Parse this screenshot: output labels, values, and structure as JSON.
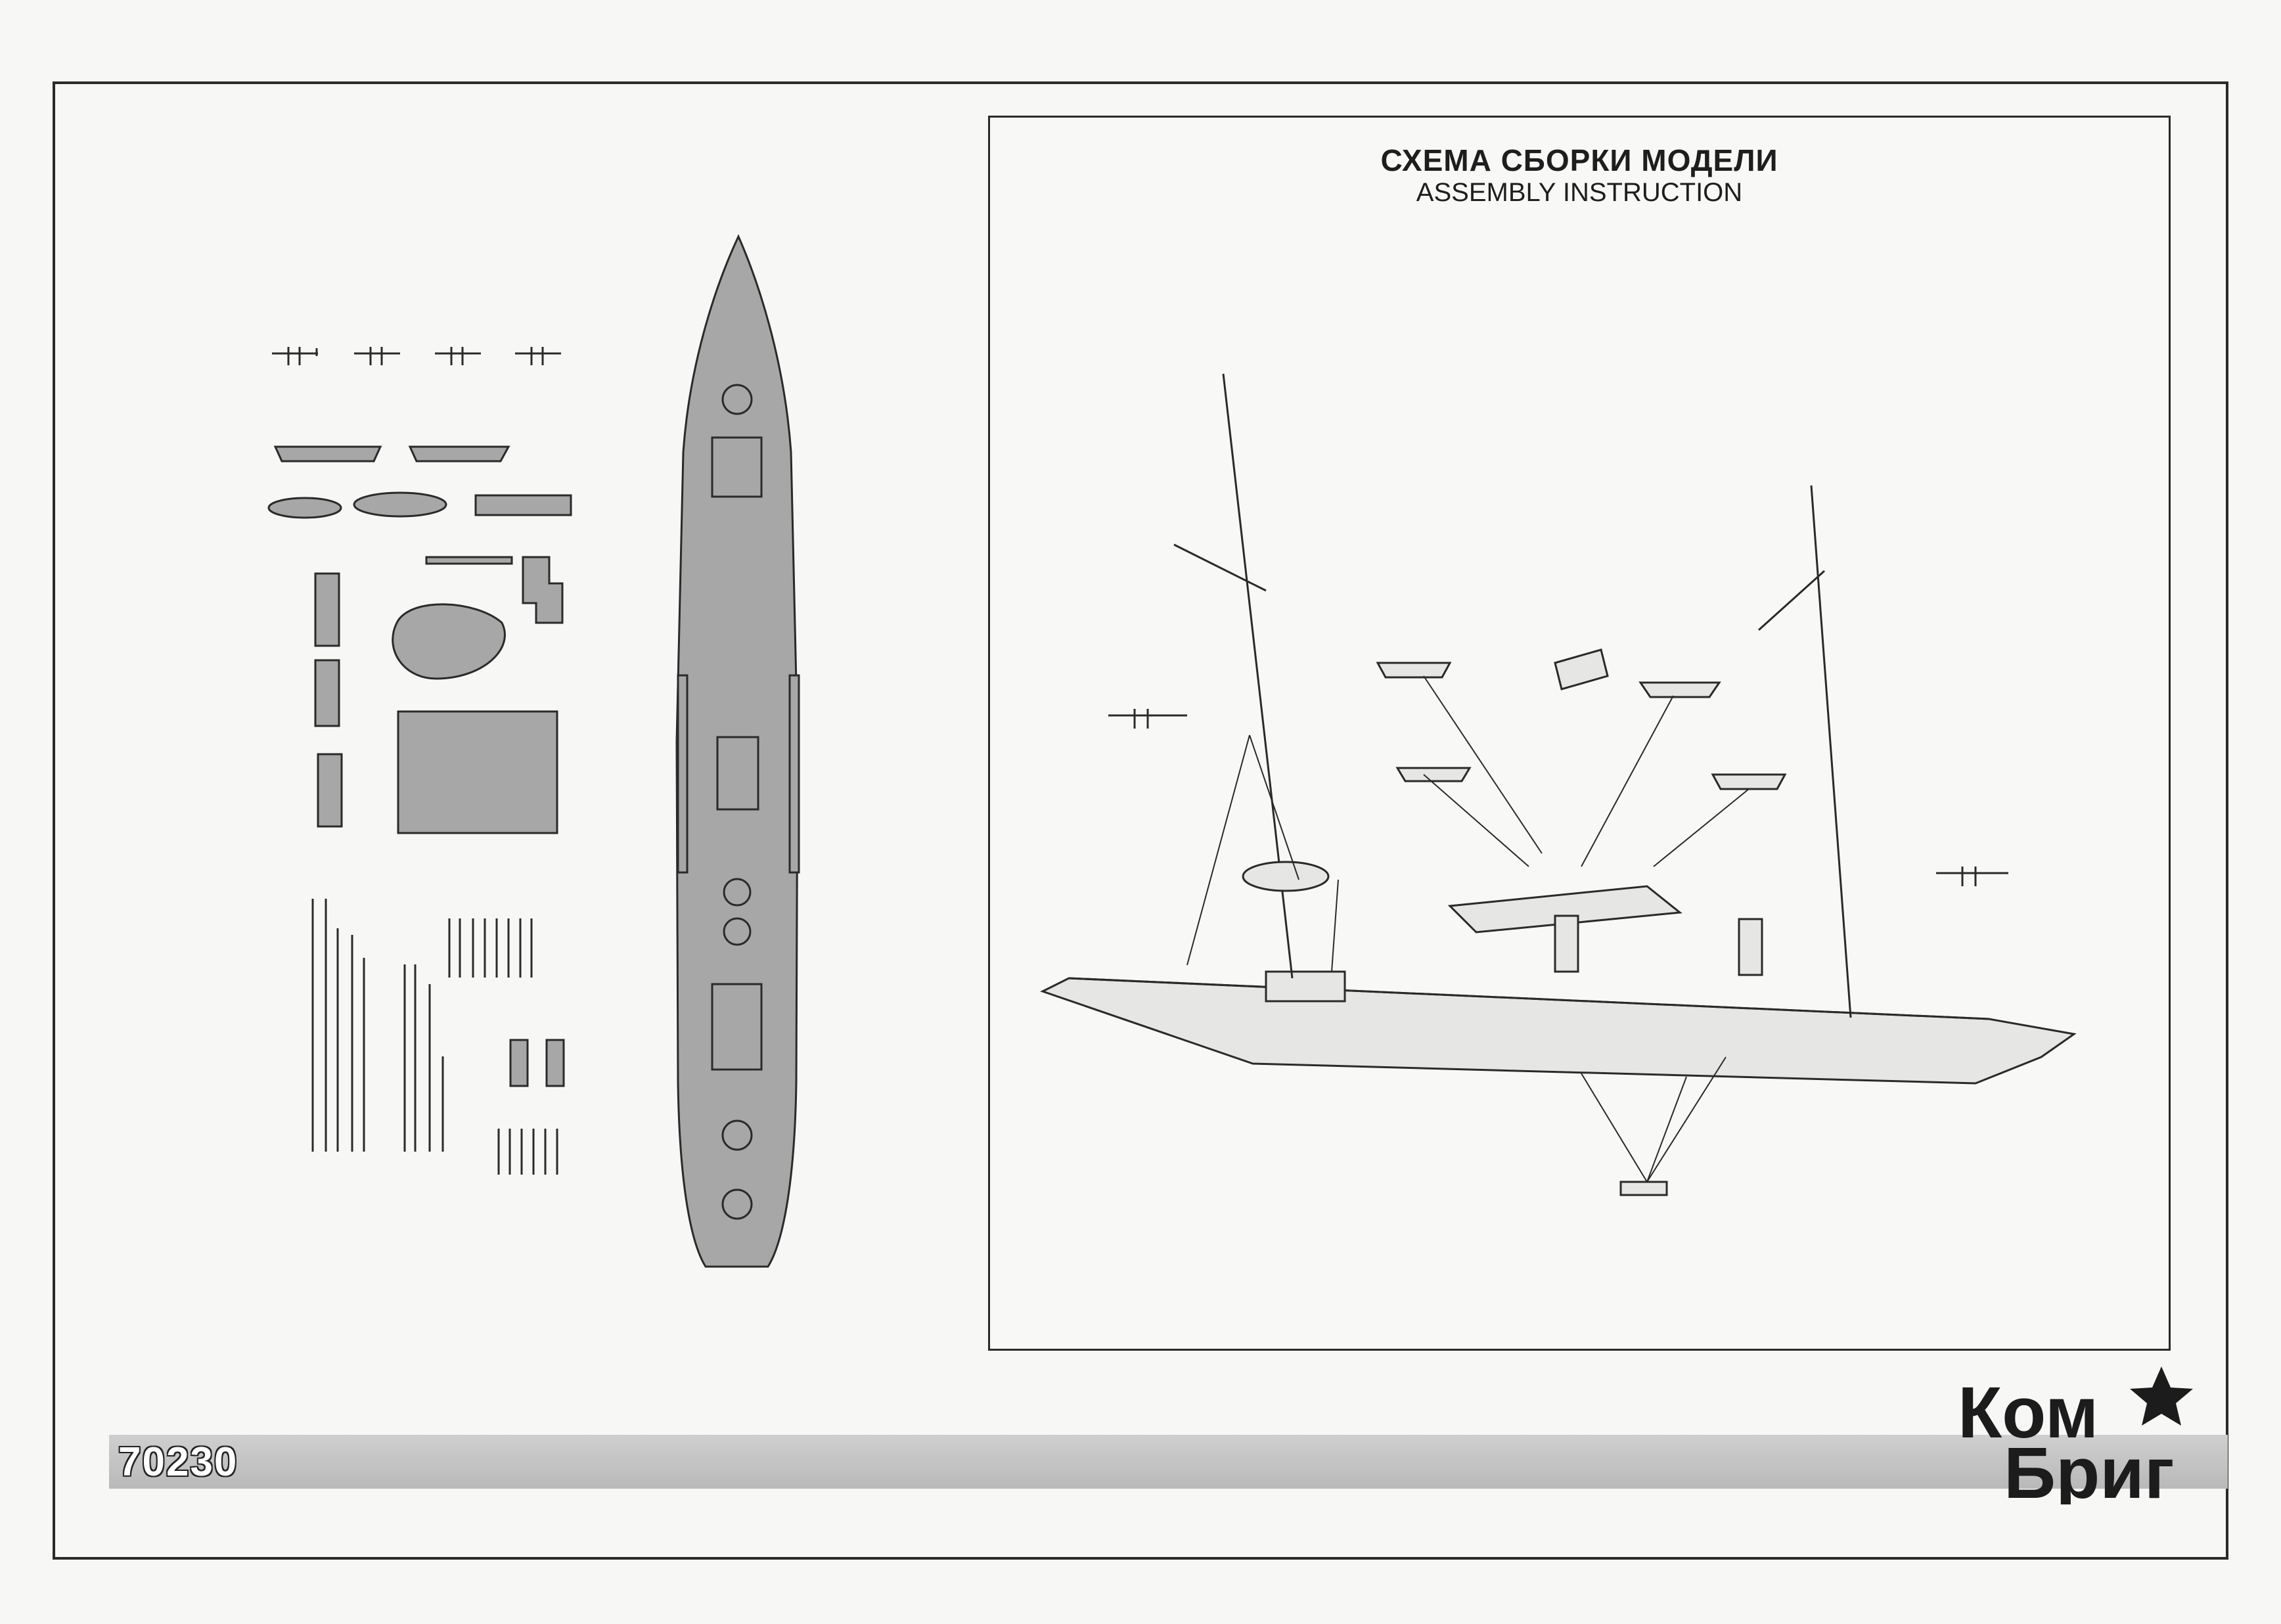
{
  "header": {
    "title_ru": "СХЕМА СБОРКИ МОДЕЛИ",
    "title_en": "ASSEMBLY INSTRUCTION"
  },
  "footer": {
    "kit_number": "70230"
  },
  "logo": {
    "line1": "Ком",
    "line2": "Бриг"
  },
  "colors": {
    "part_fill": "#a7a7a7",
    "line": "#2a2a2a",
    "hull_fill": "#e6e6e4"
  }
}
